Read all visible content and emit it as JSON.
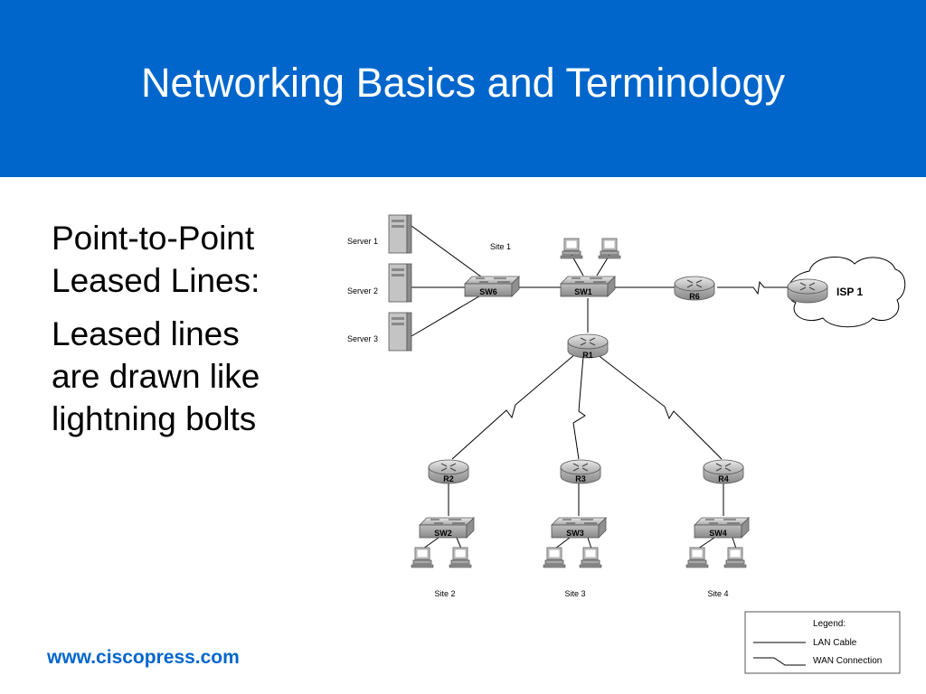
{
  "title": "Networking Basics and Terminology",
  "bullets": [
    "Point-to-Point\nLeased Lines:",
    "Leased lines\nare drawn like\nlightning bolts"
  ],
  "footer": "www.ciscopress.com",
  "diagram": {
    "servers": [
      "Server 1",
      "Server 2",
      "Server 3"
    ],
    "sites": [
      "Site 1",
      "Site 2",
      "Site 3",
      "Site 4"
    ],
    "switches": [
      "SW6",
      "SW1",
      "SW2",
      "SW3",
      "SW4"
    ],
    "routers": [
      "R6",
      "R1",
      "R2",
      "R3",
      "R4"
    ],
    "cloud_label": "ISP 1",
    "legend": {
      "title": "Legend:",
      "lan": "LAN Cable",
      "wan": "WAN Connection"
    }
  },
  "colors": {
    "title_bar": "#0066cc",
    "title_text": "#ffffff",
    "footer_text": "#0066cc",
    "device": "#9a9a9a"
  },
  "icons": [
    "server-icon",
    "switch-icon",
    "router-icon",
    "pc-icon",
    "cloud-icon"
  ]
}
